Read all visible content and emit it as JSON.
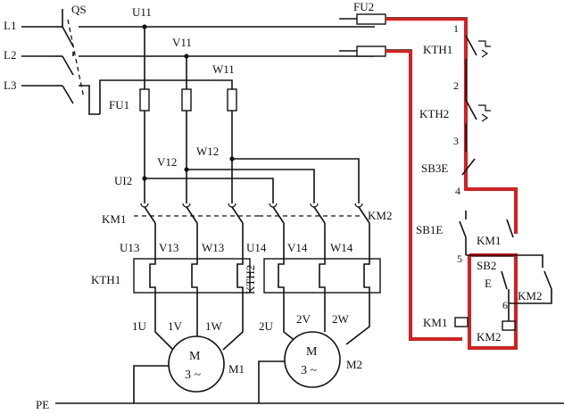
{
  "supply": {
    "phases": [
      "L1",
      "L2",
      "L3"
    ],
    "switch": "QS",
    "protective_earth": "PE"
  },
  "fuses": {
    "main": "FU1",
    "control": "FU2"
  },
  "nodes": {
    "u11": "U11",
    "v11": "V11",
    "w11": "W11",
    "u12": "UI2",
    "v12": "V12",
    "w12": "W12",
    "u13": "U13",
    "v13": "V13",
    "w13": "W13",
    "u14": "U14",
    "v14": "V14",
    "w14": "W14"
  },
  "contactors": {
    "km1": "KM1",
    "km2": "KM2"
  },
  "thermal_relays": {
    "kth1": "KTH1",
    "kth2": "KTH2"
  },
  "motor1": {
    "terminals": [
      "1U",
      "1V",
      "1W"
    ],
    "symbol_top": "M",
    "symbol_bottom": "3 ~",
    "name": "M1"
  },
  "motor2": {
    "terminals": [
      "2U",
      "2V",
      "2W"
    ],
    "symbol_top": "M",
    "symbol_bottom": "3 ~",
    "name": "M2"
  },
  "control": {
    "node_numbers": [
      "1",
      "2",
      "3",
      "4",
      "5",
      "6"
    ],
    "kth1_contact": "KTH1",
    "kth2_contact": "KTH2",
    "stop_button": "SB3E",
    "start1_button": "SB1E",
    "km1_aux": "KM1",
    "start2_button": "SB2",
    "start2_mark": "E",
    "km2_aux": "KM2",
    "coil1": "KM1",
    "coil2": "KM2"
  },
  "colors": {
    "highlight": "#d62020",
    "line": "#111111"
  }
}
